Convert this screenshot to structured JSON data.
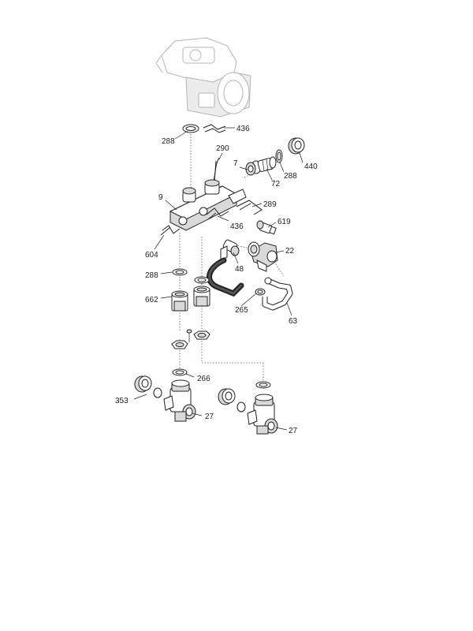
{
  "diagram": {
    "type": "exploded-parts-view",
    "labels": {
      "l288a": "288",
      "l436a": "436",
      "l290": "290",
      "l7": "7",
      "l72": "72",
      "l288b": "288",
      "l440": "440",
      "l9": "9",
      "l289": "289",
      "l619": "619",
      "l436b": "436",
      "l604": "604",
      "l22": "22",
      "l48": "48",
      "l288c": "288",
      "l662": "662",
      "l265": "265",
      "l63": "63",
      "l266": "266",
      "l353": "353",
      "l27a": "27",
      "l27b": "27"
    }
  }
}
